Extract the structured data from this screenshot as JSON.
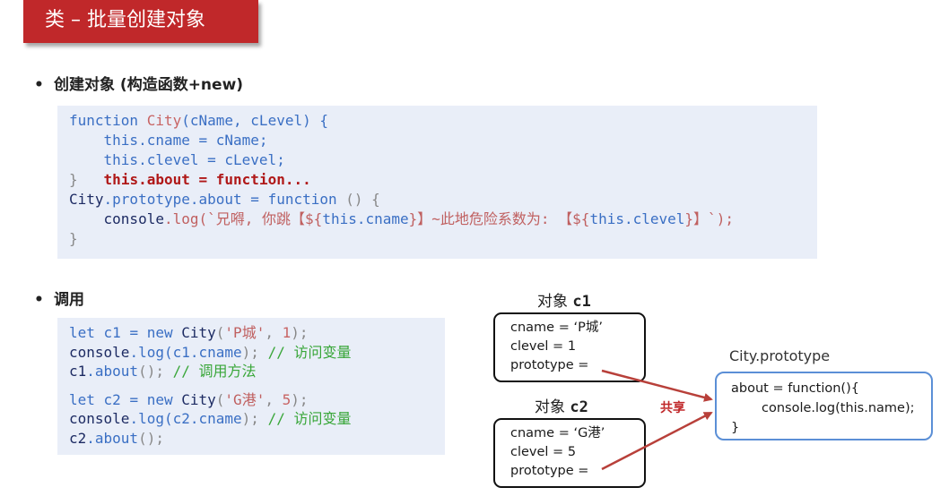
{
  "slide": {
    "title": "类 – 批量创建对象"
  },
  "section1": {
    "bullet": "•",
    "heading": "创建对象 (构造函数+new)"
  },
  "code1": {
    "l1_kw": "function",
    "l1_name": "City",
    "l1_args": "(cName, cLevel) {",
    "l2_this": "this",
    "l2_rest": ".cname = cName;",
    "l3_this": "this",
    "l3_rest": ".clevel = cLevel;",
    "l4_brace": "}",
    "l4_hl": "this.about = function...",
    "l5_obj": "City",
    "l5_mid": ".prototype.about = ",
    "l5_kw": "function",
    "l5_end": " () {",
    "l6_obj": "console",
    "l6_log": ".log(`兄嘚, 你跳【${",
    "l6_v1": "this.cname",
    "l6_mid": "}】~此地危险系数为: 【${",
    "l6_v2": "this.clevel",
    "l6_end": "}】`);",
    "l7_brace": "}"
  },
  "section2": {
    "bullet": "•",
    "heading": "调用"
  },
  "code2": {
    "a1_kw": "let",
    "a1_var": " c1 = ",
    "a1_new": "new",
    "a1_cls": " City",
    "a1_p": "(",
    "a1_str": "'P城'",
    "a1_c": ", ",
    "a1_num": "1",
    "a1_e": ");",
    "a2_obj": "console",
    "a2_log": ".log(c1.",
    "a2_prop": "cname",
    "a2_e": "); ",
    "a2_cmt": "// 访问变量",
    "a3_obj": "c1",
    "a3_m": ".about",
    "a3_e": "(); ",
    "a3_cmt": "// 调用方法",
    "b1_kw": "let",
    "b1_var": " c2 = ",
    "b1_new": "new",
    "b1_cls": " City",
    "b1_p": "(",
    "b1_str": "'G港'",
    "b1_c": ", ",
    "b1_num": "5",
    "b1_e": ");",
    "b2_obj": "console",
    "b2_log": ".log(c2.",
    "b2_prop": "cname",
    "b2_e": "); ",
    "b2_cmt": "// 访问变量",
    "b3_obj": "c2",
    "b3_m": ".about",
    "b3_e": "();"
  },
  "diagram": {
    "obj1_label_cn": "对象 ",
    "obj1_label_id": "c1",
    "obj1_lines": [
      "cname =  ‘P城’",
      "clevel = 1",
      "prototype ="
    ],
    "obj2_label_cn": "对象 ",
    "obj2_label_id": "c2",
    "obj2_lines": [
      "cname =  ‘G港’",
      "clevel = 5",
      "prototype ="
    ],
    "proto_label": "City.prototype",
    "proto_lines": [
      "about = function(){",
      "console.log(this.name);",
      "}"
    ],
    "share_label": "共享",
    "arrow_color": "#b8403a",
    "proto_border": "#5b8fd6"
  }
}
